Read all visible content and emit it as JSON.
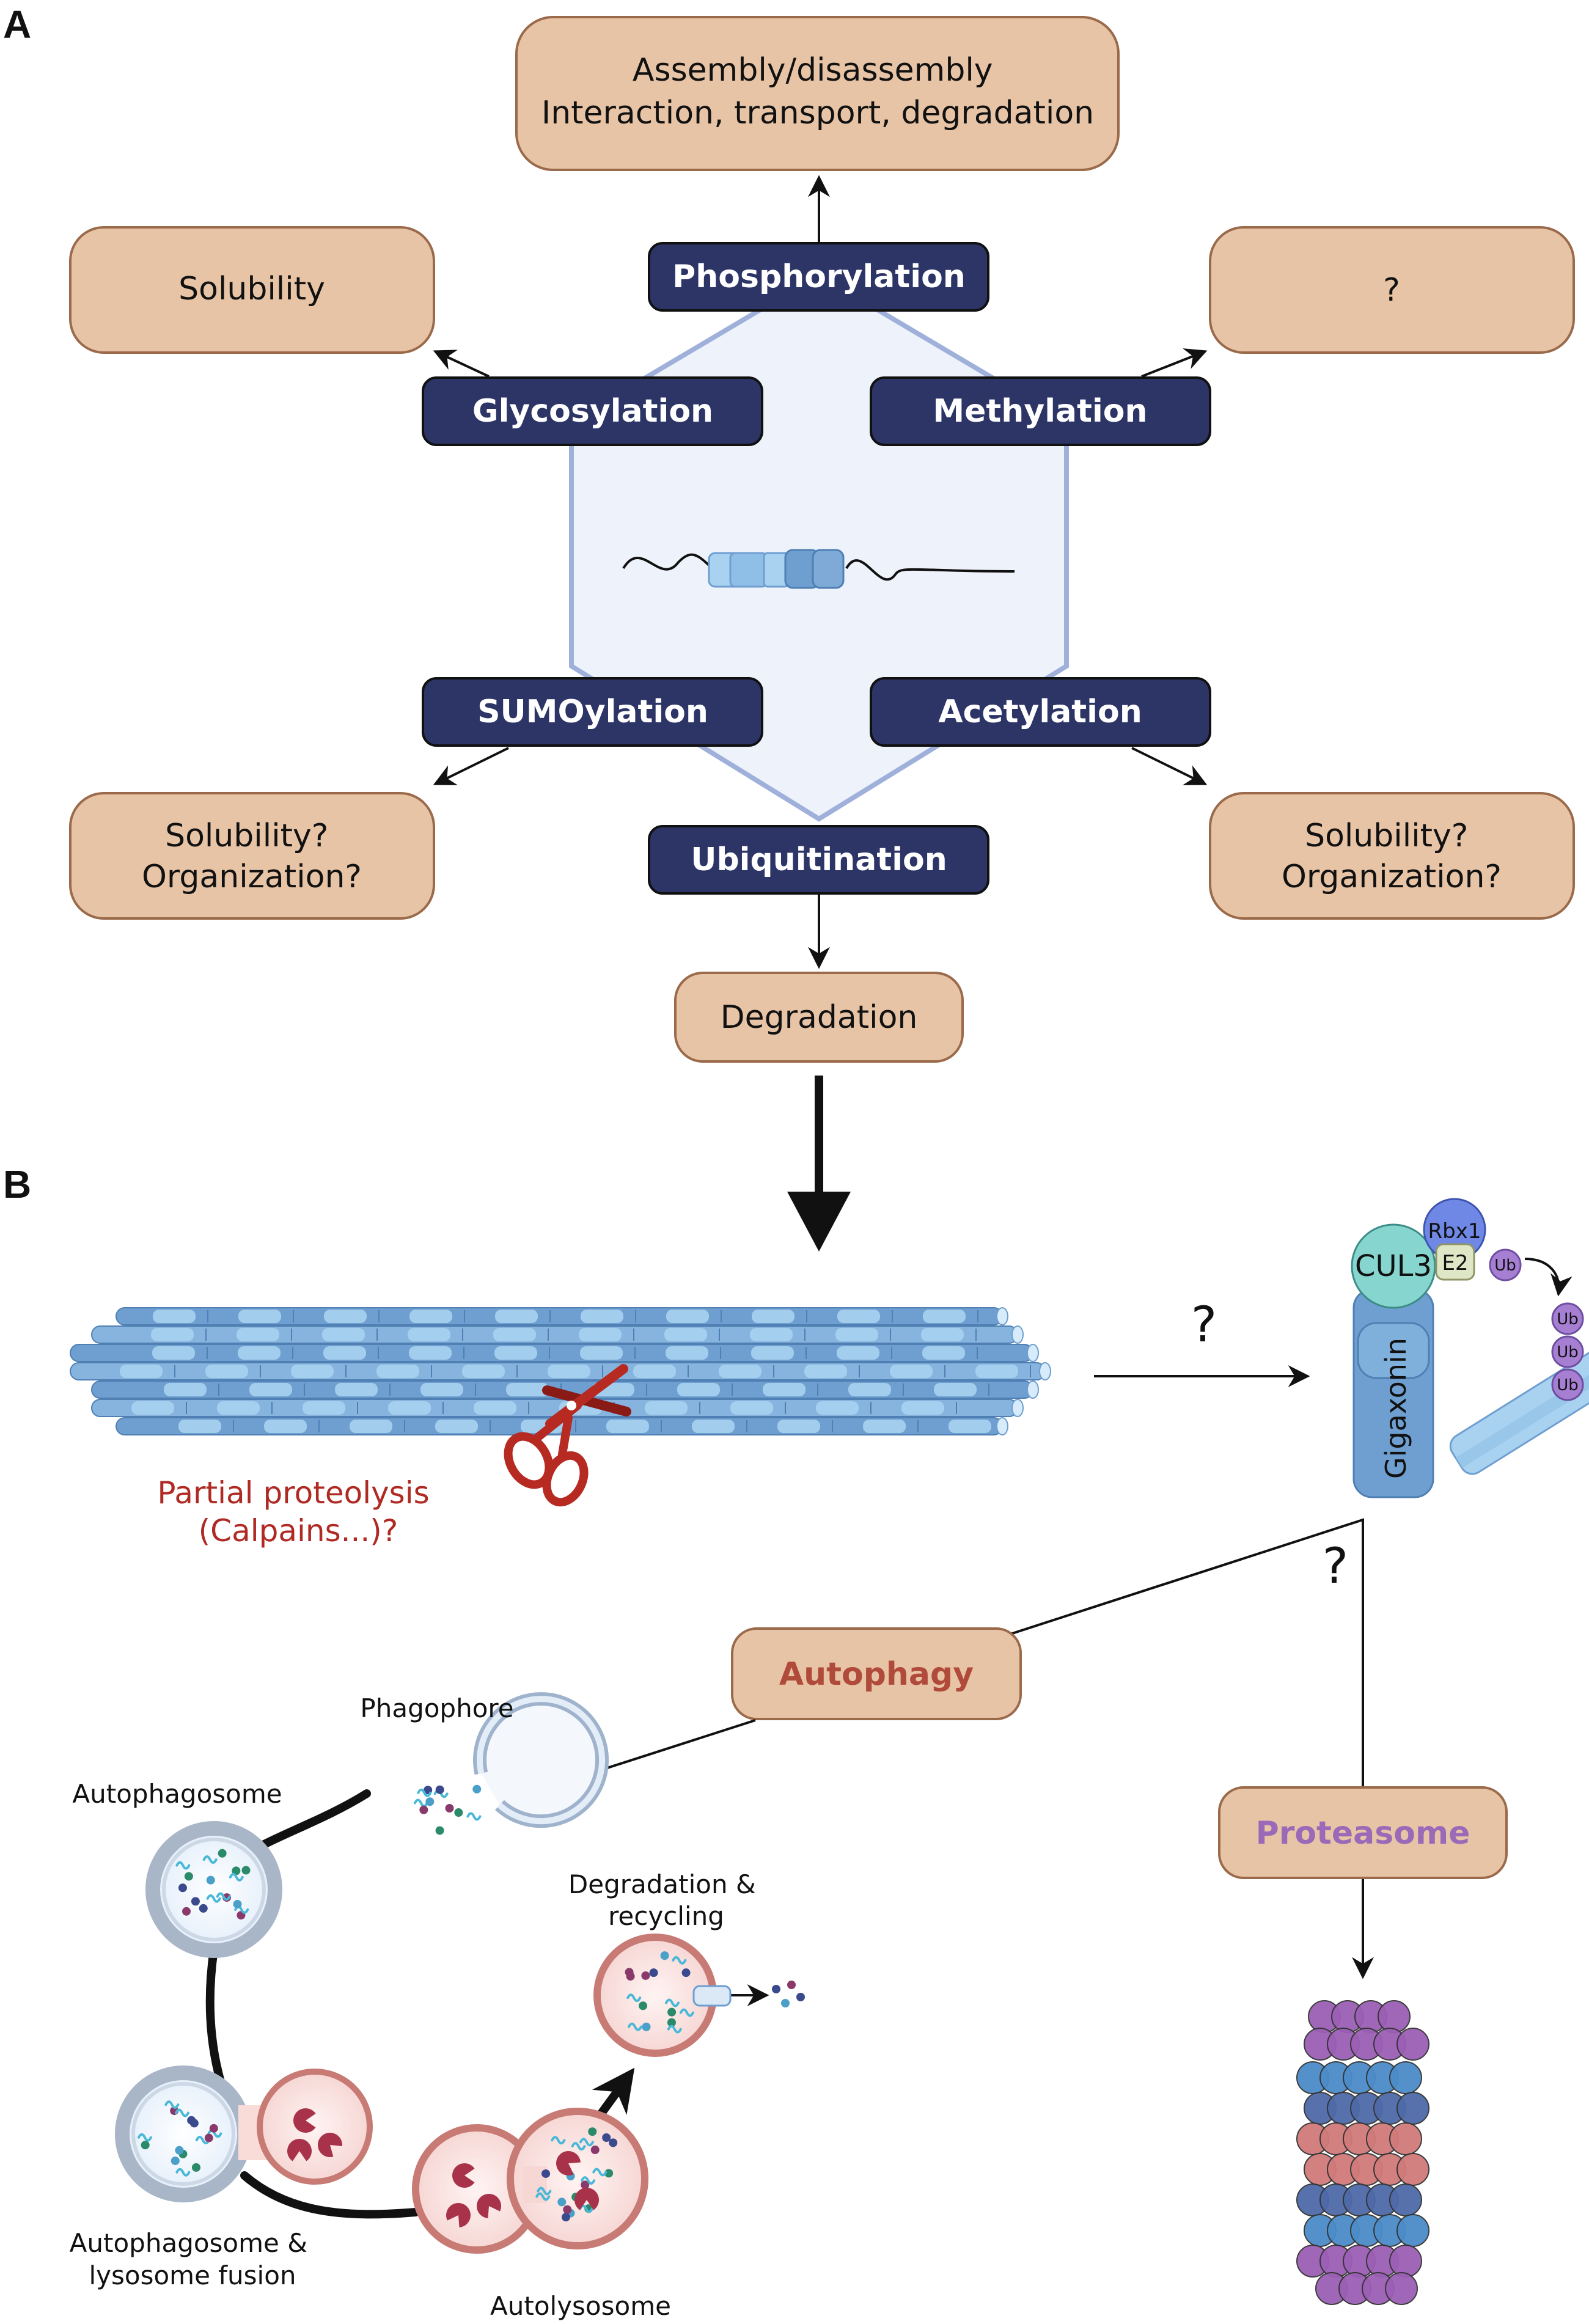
{
  "panels": {
    "a": "A",
    "b": "B"
  },
  "outcomes": {
    "top": {
      "line1": "Assembly/disassembly",
      "line2": "Interaction, transport, degradation"
    },
    "left_top": "Solubility",
    "right_top": "?",
    "left_bottom": {
      "line1": "Solubility?",
      "line2": "Organization?"
    },
    "right_bottom": {
      "line1": "Solubility?",
      "line2": "Organization?"
    },
    "bottom": "Degradation"
  },
  "ptms": {
    "phosphorylation": "Phosphorylation",
    "glycosylation": "Glycosylation",
    "methylation": "Methylation",
    "sumoylation": "SUMOylation",
    "acetylation": "Acetylation",
    "ubiquitination": "Ubiquitination"
  },
  "proteolysis": {
    "line1": "Partial proteolysis",
    "line2": "(Calpains...)?"
  },
  "question_top": "?",
  "question_branch": "?",
  "complex": {
    "cul3": "CUL3",
    "rbx1": "Rbx1",
    "e2": "E2",
    "gigaxonin": "Gigaxonin",
    "ub": "Ub"
  },
  "pathways": {
    "autophagy": "Autophagy",
    "proteasome": "Proteasome"
  },
  "autophagy_stages": {
    "phagophore": "Phagophore",
    "autophagosome": "Autophagosome",
    "fusion": {
      "line1": "Autophagosome &",
      "line2": "lysosome fusion"
    },
    "autolysosome": "Autolysosome",
    "degradation": {
      "line1": "Degradation &",
      "line2": "recycling"
    }
  },
  "colors": {
    "outcome_fill": "#e8c4a6",
    "outcome_stroke": "#9a6a4a",
    "ptm_fill": "#2c3566",
    "hexagon_fill": "#eef3fb",
    "hexagon_stroke": "#9fb1da",
    "filament_dark": "#6e9fd0",
    "filament_light": "#a9d1f0",
    "proteolysis_text": "#b02a24",
    "autophagy_text": "#b04a3a",
    "proteasome_text": "#9a6ab8"
  }
}
